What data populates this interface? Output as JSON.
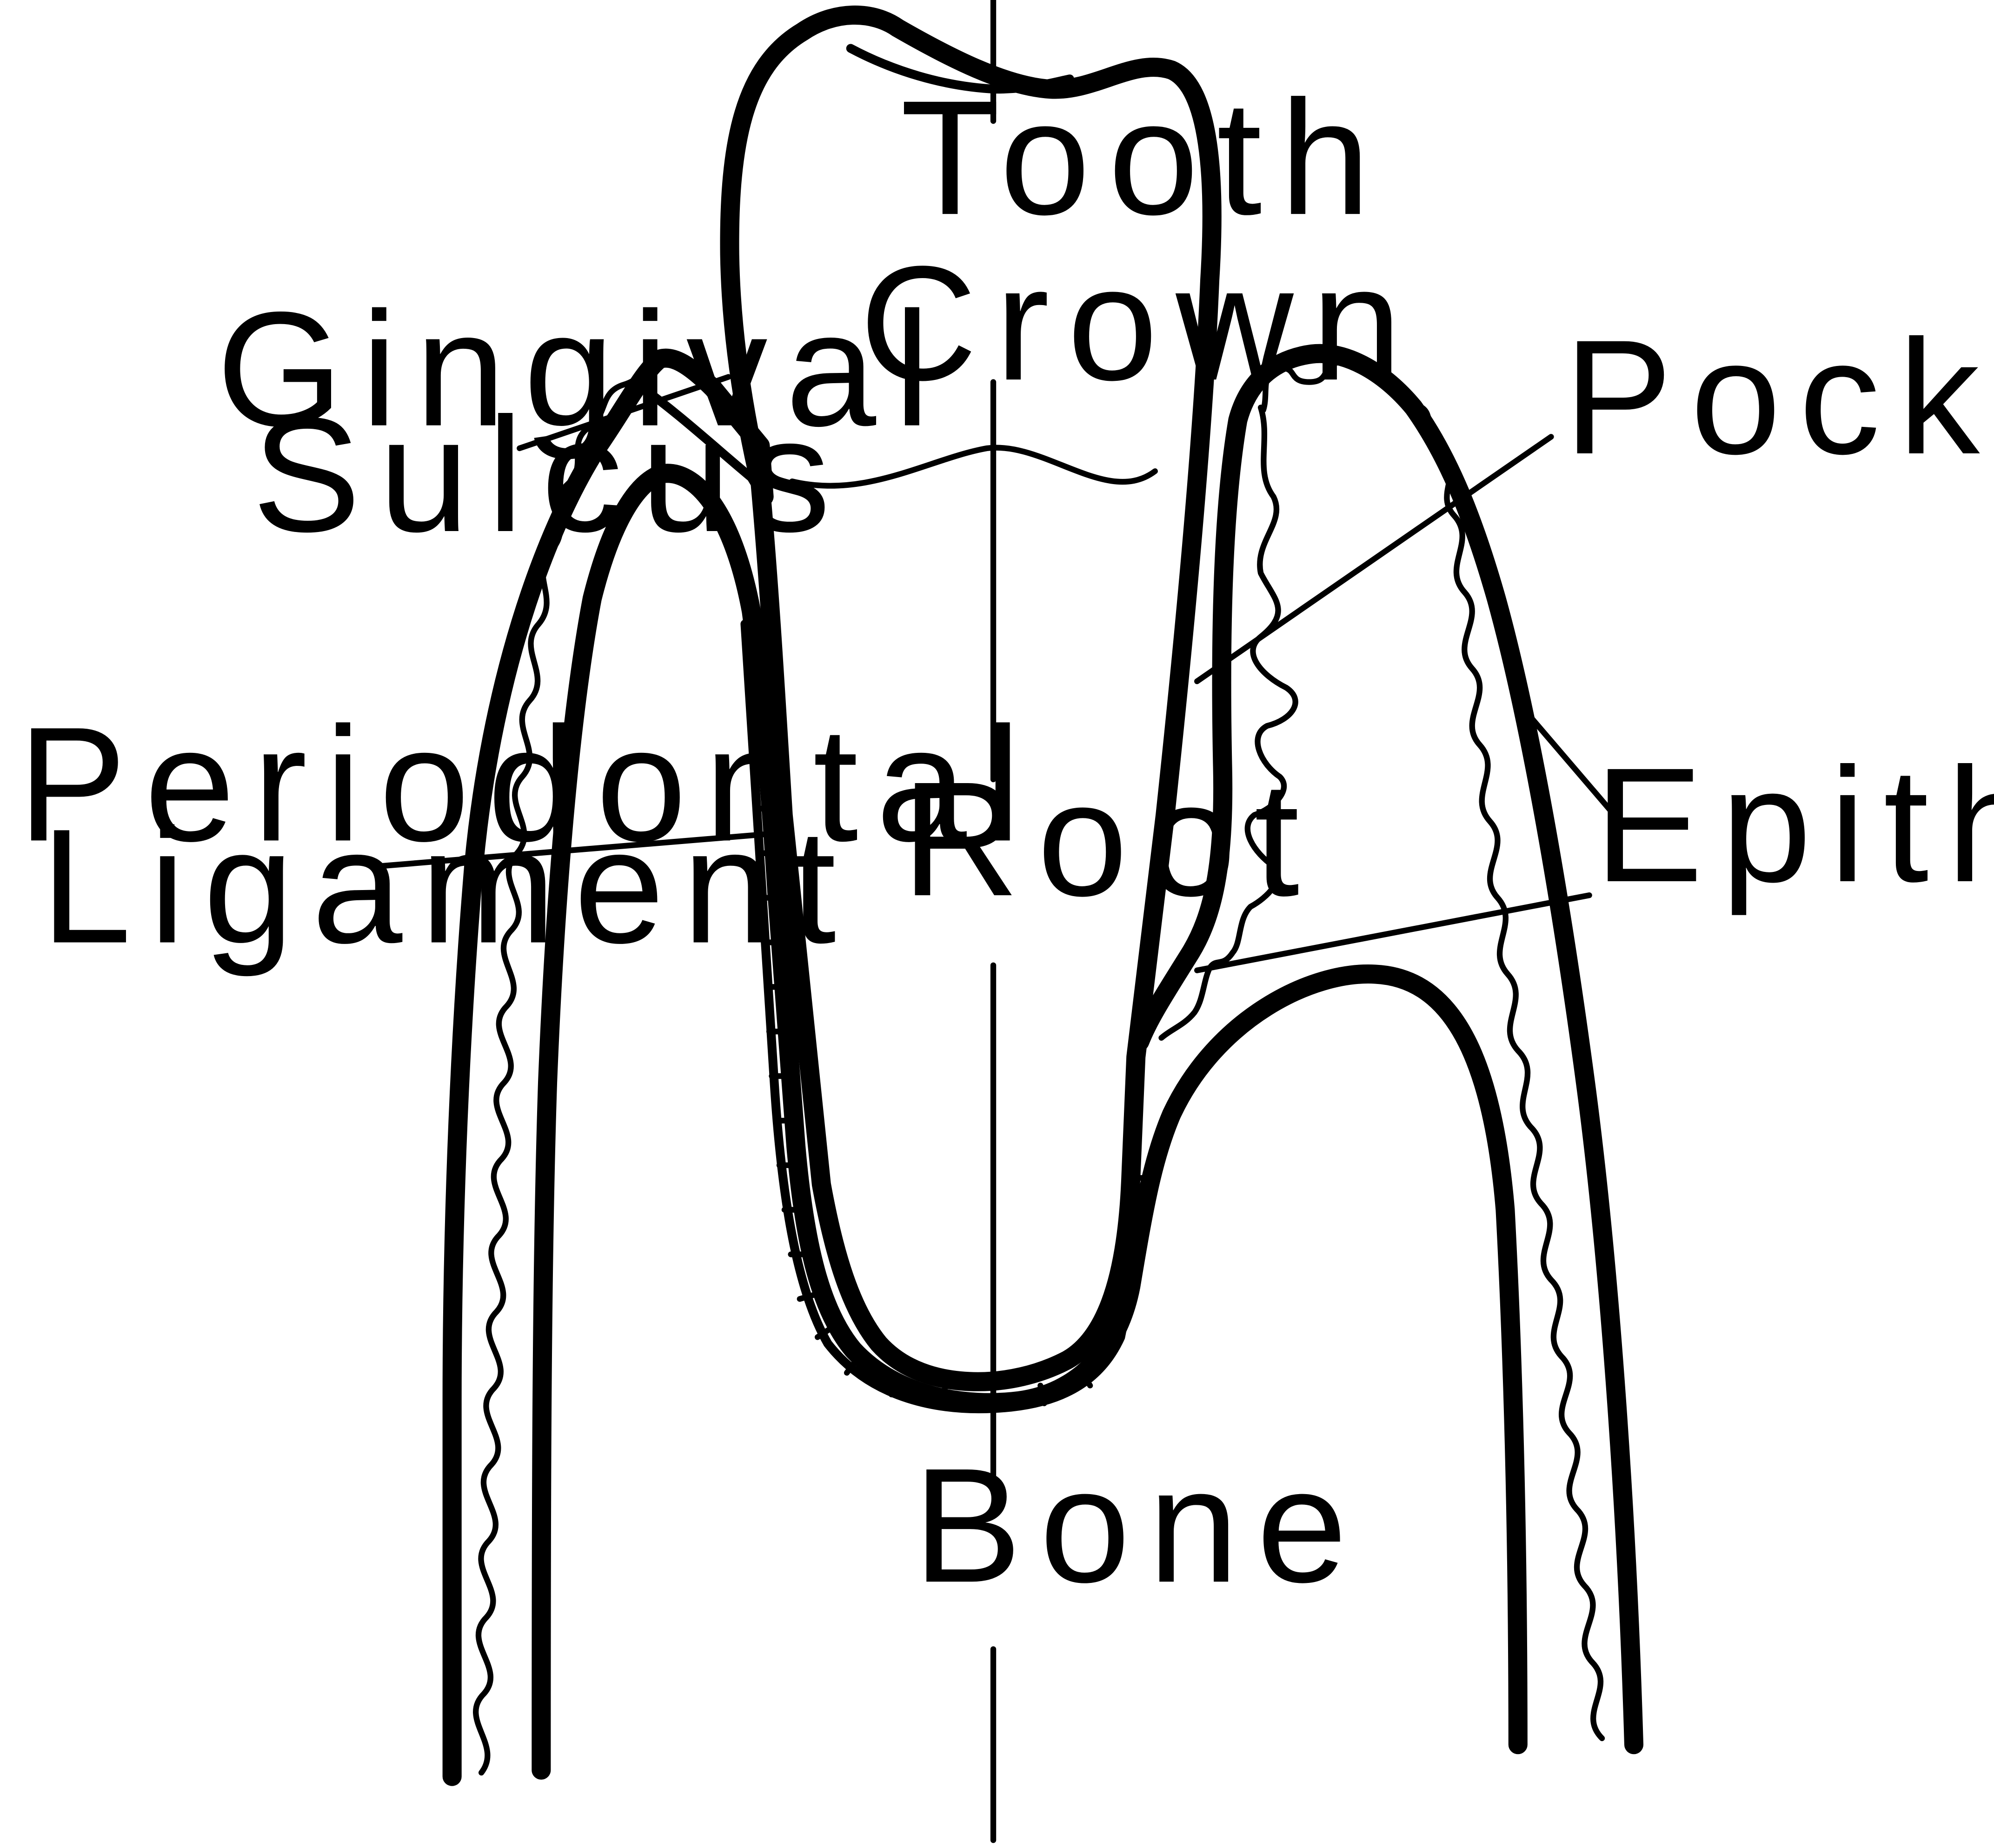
{
  "labels": {
    "tooth": "Tooth",
    "crown": "Crown",
    "root": "Root",
    "bone": "Bone",
    "gingival_line1": "Gingival",
    "gingival_line2": "Sulcus",
    "pocket": "Pocket",
    "periodontal_line1": "Periodontal",
    "periodontal_line2": "Ligament",
    "epithelium": "Epithelium"
  },
  "colors": {
    "ink": "#000000",
    "background": "#ffffff"
  }
}
